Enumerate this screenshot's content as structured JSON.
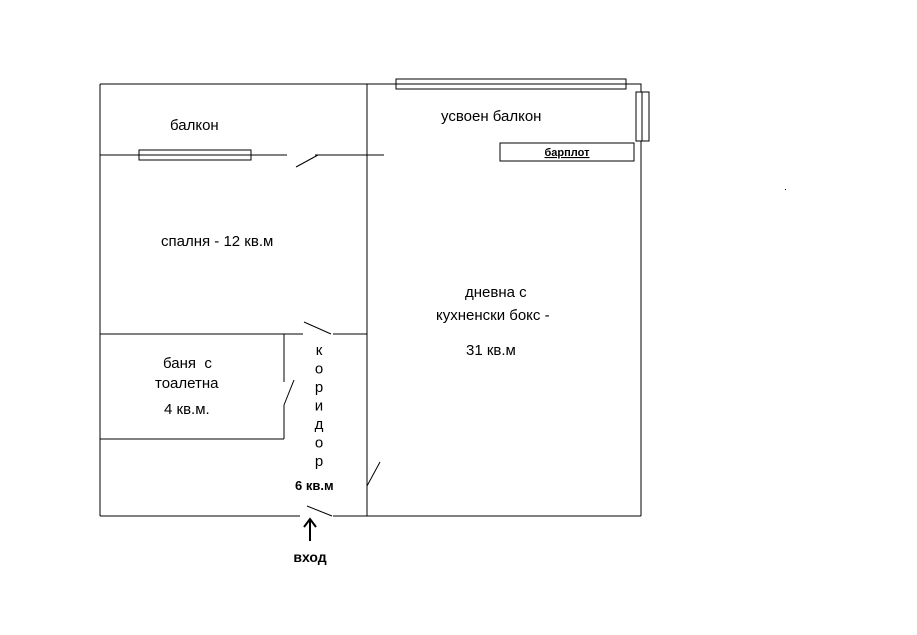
{
  "rooms": {
    "balcony": "балкон",
    "enclosed_balcony": "усвоен балкон",
    "bar_counter": "барплот",
    "bedroom": "спалня - 12 кв.м",
    "living_line1": "дневна с",
    "living_line2": "кухненски бокс -",
    "living_area": "31 кв.м",
    "bath_line1": "баня  с",
    "bath_line2": "тоалетна",
    "bath_area": "4 кв.м.",
    "corridor_letters": [
      "к",
      "о",
      "р",
      "и",
      "д",
      "о",
      "р"
    ],
    "corridor_area": "6 кв.м",
    "entrance": "вход"
  }
}
